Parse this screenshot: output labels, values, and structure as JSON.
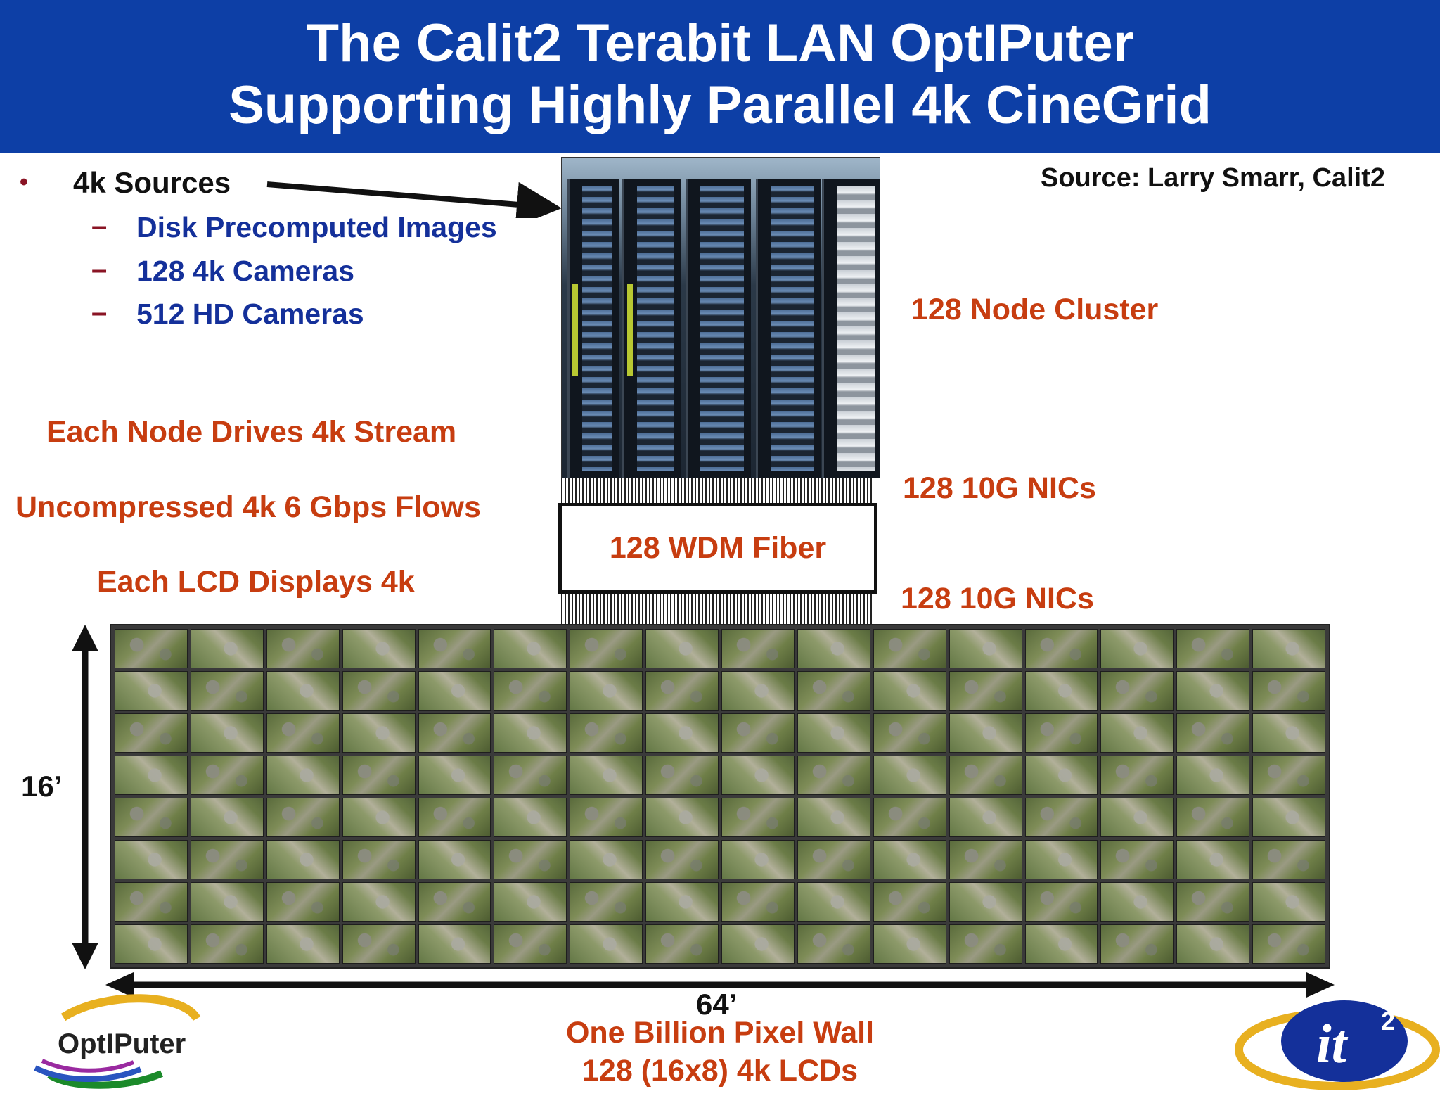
{
  "header": {
    "title_line1": "The Calit2 Terabit LAN OptIPuter",
    "title_line2": "Supporting Highly Parallel 4k CineGrid"
  },
  "source_credit": "Source: Larry Smarr, Calit2",
  "sources": {
    "bullet": "•",
    "label": "4k Sources",
    "dash": "–",
    "items": [
      "Disk Precomputed Images",
      "128 4k Cameras",
      "512 HD Cameras"
    ]
  },
  "labels": {
    "node_cluster": "128 Node Cluster",
    "each_node": "Each Node Drives 4k Stream",
    "uncompressed": "Uncompressed 4k 6 Gbps Flows",
    "each_lcd": "Each LCD Displays 4k",
    "nics_top": "128 10G NICs",
    "nics_bottom": "128 10G NICs",
    "wdm_fiber": "128 WDM Fiber",
    "height": "16’",
    "width": "64’",
    "wall_line1": "One Billion Pixel Wall",
    "wall_line2": "128 (16x8) 4k LCDs"
  },
  "logos": {
    "optiputer": "OptIPuter",
    "it2": "it2"
  },
  "wall": {
    "columns": 16,
    "rows": 8
  },
  "colors": {
    "header_bg": "#0d3fa6",
    "orange_text": "#c73d10",
    "blue_text": "#14309a"
  }
}
